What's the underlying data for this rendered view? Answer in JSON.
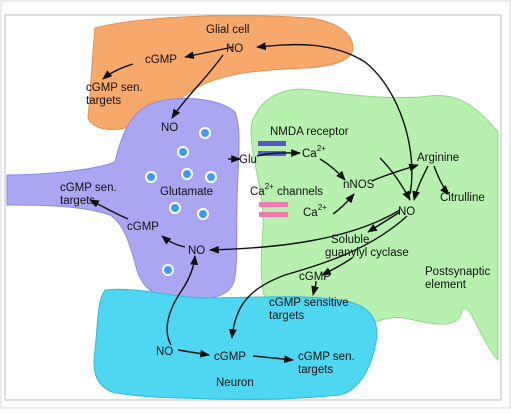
{
  "cells": {
    "glial": "Glial cell",
    "neuron": "Neuron",
    "postsynaptic_line1": "Postsynaptic",
    "postsynaptic_line2": "element"
  },
  "glial_cell": {
    "no": "NO",
    "cgmp": "cGMP",
    "targets_line1": "cGMP sen.",
    "targets_line2": "targets"
  },
  "presynaptic": {
    "no": "NO",
    "glutamate": "Glutamate",
    "glu": "Glu",
    "cgmp": "cGMP",
    "targets_line1": "cGMP sen.",
    "targets_line2": "targets",
    "no_lower": "NO"
  },
  "postsynaptic": {
    "nmda_receptor": "NMDA receptor",
    "ca_1": "Ca",
    "ca_1_sup": "2+",
    "ca_channels_prefix": "Ca",
    "ca_channels_sup": "2+",
    "ca_channels_suffix": " channels",
    "ca_2": "Ca",
    "ca_2_sup": "2+",
    "nnos": "nNOS",
    "arginine": "Arginine",
    "citrulline": "Citrulline",
    "no": "NO",
    "soluble_line1": "Soluble",
    "soluble_line2": "guanylyl cyclase",
    "cgmp": "cGMP",
    "targets_line1": "cGMP sensitive",
    "targets_line2": "targets"
  },
  "neuron_cell": {
    "no": "NO",
    "cgmp": "cGMP",
    "targets_line1": "cGMP sen.",
    "targets_line2": "targets"
  },
  "colors": {
    "glial_fill": "#f7a96b",
    "presynaptic_fill": "#aaa6f2",
    "postsynaptic_fill": "#b8f0b0",
    "neuron_fill": "#4fd6f0",
    "vesicle_fill": "#3d9bf0",
    "nmda_bar": "#5b58c8",
    "ca_channel_bar": "#f07ab0"
  },
  "icons": {
    "vesicle": "synaptic-vesicle",
    "nmda": "nmda-receptor-icon",
    "ca_channel": "calcium-channel-icon"
  }
}
